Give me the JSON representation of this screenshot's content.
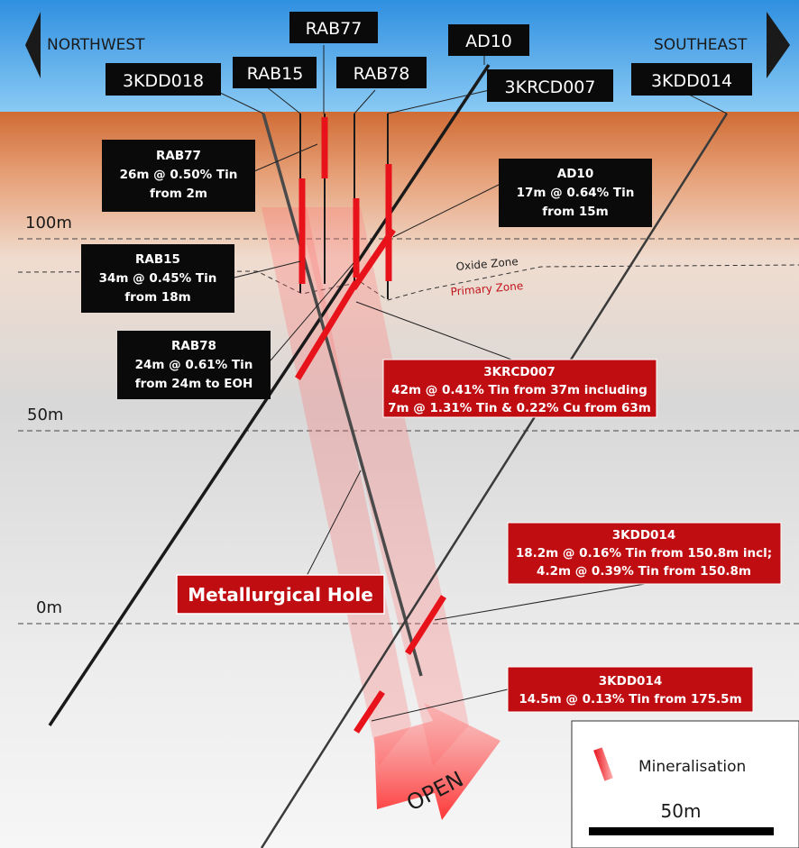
{
  "directions": {
    "left": "NORTHWEST",
    "right": "SOUTHEAST"
  },
  "hole_labels": {
    "RAB77": "RAB77",
    "RAB15": "RAB15",
    "RAB78": "RAB78",
    "AD10": "AD10",
    "3KDD018": "3KDD018",
    "3KRCD007": "3KRCD007",
    "3KDD014": "3KDD014"
  },
  "annotations": {
    "rab77": [
      "RAB77",
      "26m @ 0.50% Tin",
      "from 2m"
    ],
    "ad10": [
      "AD10",
      "17m @ 0.64% Tin",
      "from 15m"
    ],
    "rab15": [
      "RAB15",
      "34m @ 0.45% Tin",
      "from 18m"
    ],
    "rab78": [
      "RAB78",
      "24m @ 0.61% Tin",
      "from 24m to EOH"
    ],
    "krcd007": [
      "3KRCD007",
      "42m @ 0.41% Tin from 37m including",
      "7m @ 1.31% Tin & 0.22% Cu from 63m"
    ],
    "kdd014_a": [
      "3KDD014",
      "18.2m @ 0.16% Tin from 150.8m incl;",
      "4.2m @ 0.39% Tin from 150.8m"
    ],
    "kdd014_b": [
      "3KDD014",
      "14.5m @ 0.13% Tin from 175.5m"
    ]
  },
  "elevations": [
    "100m",
    "50m",
    "0m"
  ],
  "zones": {
    "oxide": "Oxide Zone",
    "primary": "Primary Zone"
  },
  "metallurgical_label": "Metallurgical Hole",
  "open_label": "OPEN",
  "legend": {
    "mineralisation": "Mineralisation",
    "scale": "50m"
  },
  "colors": {
    "sky": "#4a9fe6",
    "surface": "#d9743a",
    "mineralisation": "#e8121b",
    "callout_red": "#c00d12",
    "callout_black": "#0a0a0a"
  }
}
